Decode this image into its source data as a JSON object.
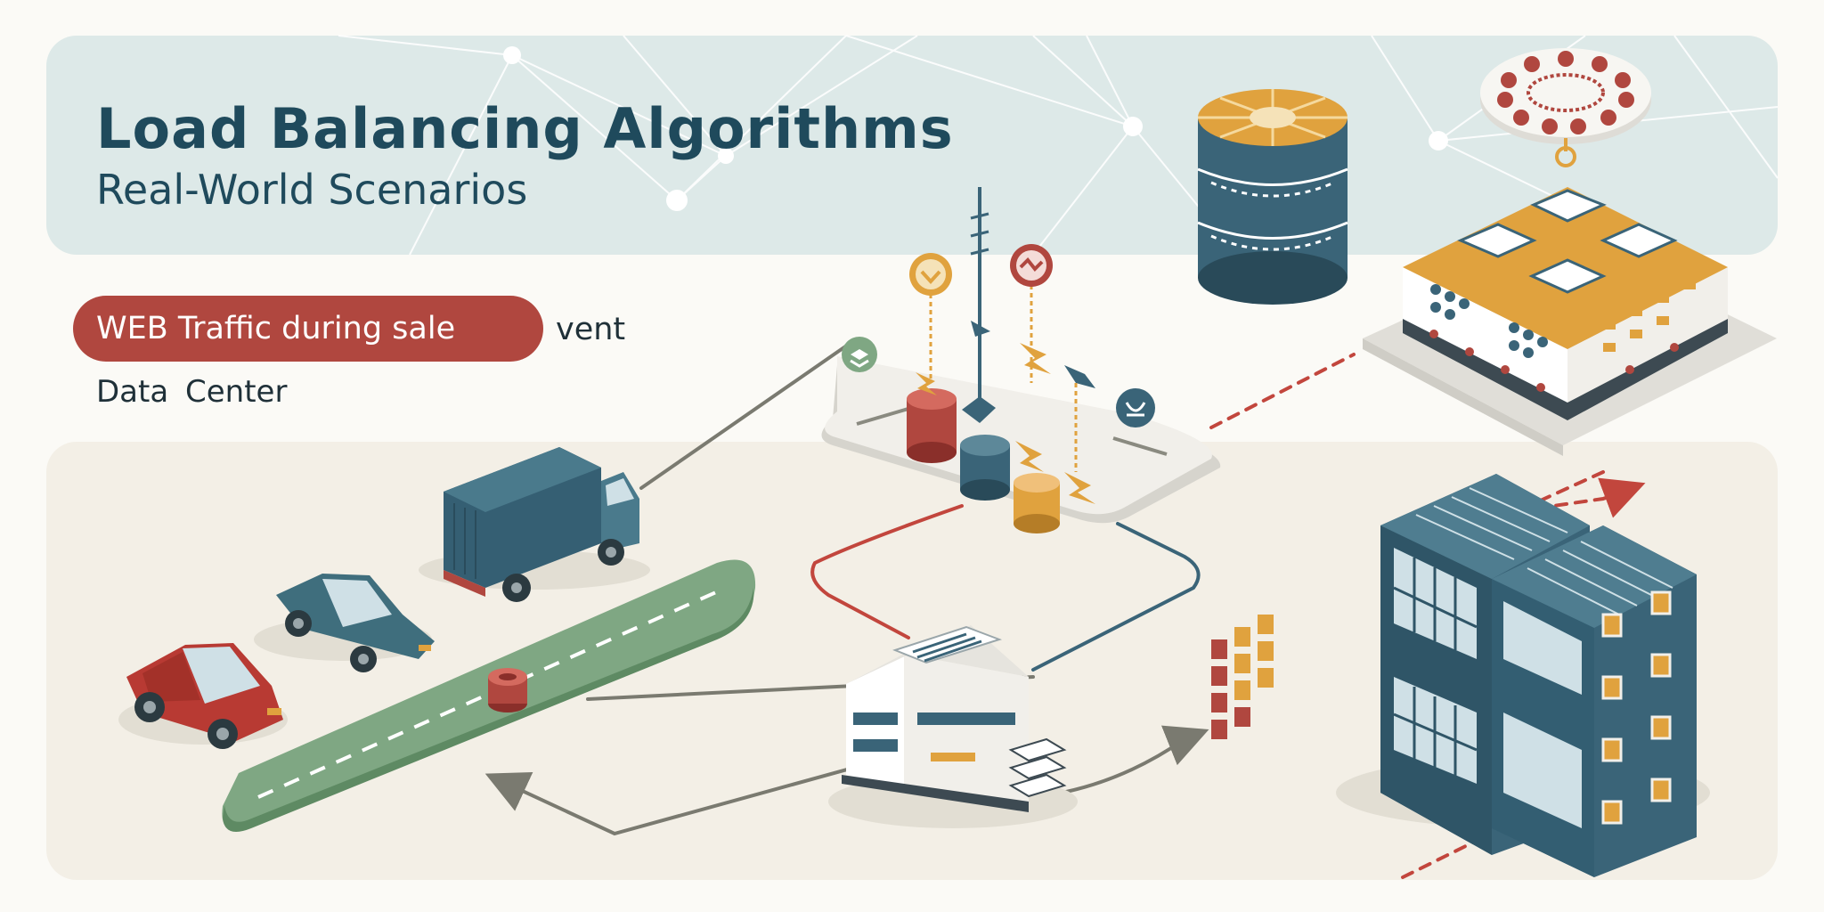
{
  "header": {
    "title": "Load Balancing Algorithms",
    "subtitle": "Real-World Scenarios"
  },
  "scenario": {
    "badge": "WEB Traffic during sale",
    "badge_suffix": "vent",
    "location": "Data  Center"
  },
  "colors": {
    "navy": "#3a6478",
    "red": "#b0473f",
    "orange": "#e0a23e",
    "green": "#7fa783",
    "header_band": "#dde9e8",
    "lower_band": "#f3efe6"
  },
  "icons": [
    "database-cluster-icon",
    "server-rack-icon",
    "load-balancer-icon",
    "truck-icon",
    "car-icon",
    "road-icon",
    "office-building-icon",
    "skyscraper-icon",
    "network-node-icon"
  ]
}
